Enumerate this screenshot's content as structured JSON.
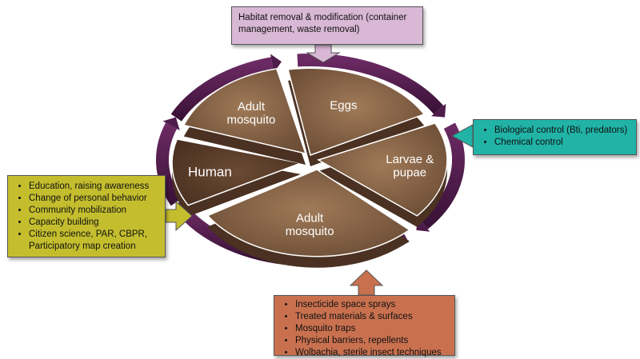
{
  "cycle_segments": [
    {
      "id": "eggs",
      "lines": [
        "Eggs"
      ]
    },
    {
      "id": "larvae",
      "lines": [
        "Larvae &",
        "pupae"
      ]
    },
    {
      "id": "adult-bottom",
      "lines": [
        "Adult",
        "mosquito"
      ]
    },
    {
      "id": "human",
      "lines": [
        "Human"
      ]
    },
    {
      "id": "adult-top",
      "lines": [
        "Adult",
        "mosquito"
      ]
    }
  ],
  "top_box": {
    "text": "Habitat removal & modification (container management, waste removal)"
  },
  "right_box": {
    "items": [
      "Biological control (Bti, predators)",
      "Chemical control"
    ]
  },
  "left_box": {
    "items": [
      "Education, raising awareness",
      "Change of personal behavior",
      "Community mobilization",
      "Capacity building",
      "Citizen science, PAR, CBPR, Participatory map creation"
    ]
  },
  "bottom_box": {
    "items": [
      "Insecticide space sprays",
      "Treated materials & surfaces",
      "Mosquito traps",
      "Physical barriers, repellents",
      "Wolbachia, sterile insect techniques"
    ]
  },
  "colors": {
    "segment_fill": "#8b6a4e",
    "segment_dark": "#5a3f2c",
    "ring": "#4d1c4a",
    "top_box": "#d9b8d6",
    "right_box": "#20b3a6",
    "left_box": "#c4be2e",
    "bottom_box": "#c9714f"
  }
}
